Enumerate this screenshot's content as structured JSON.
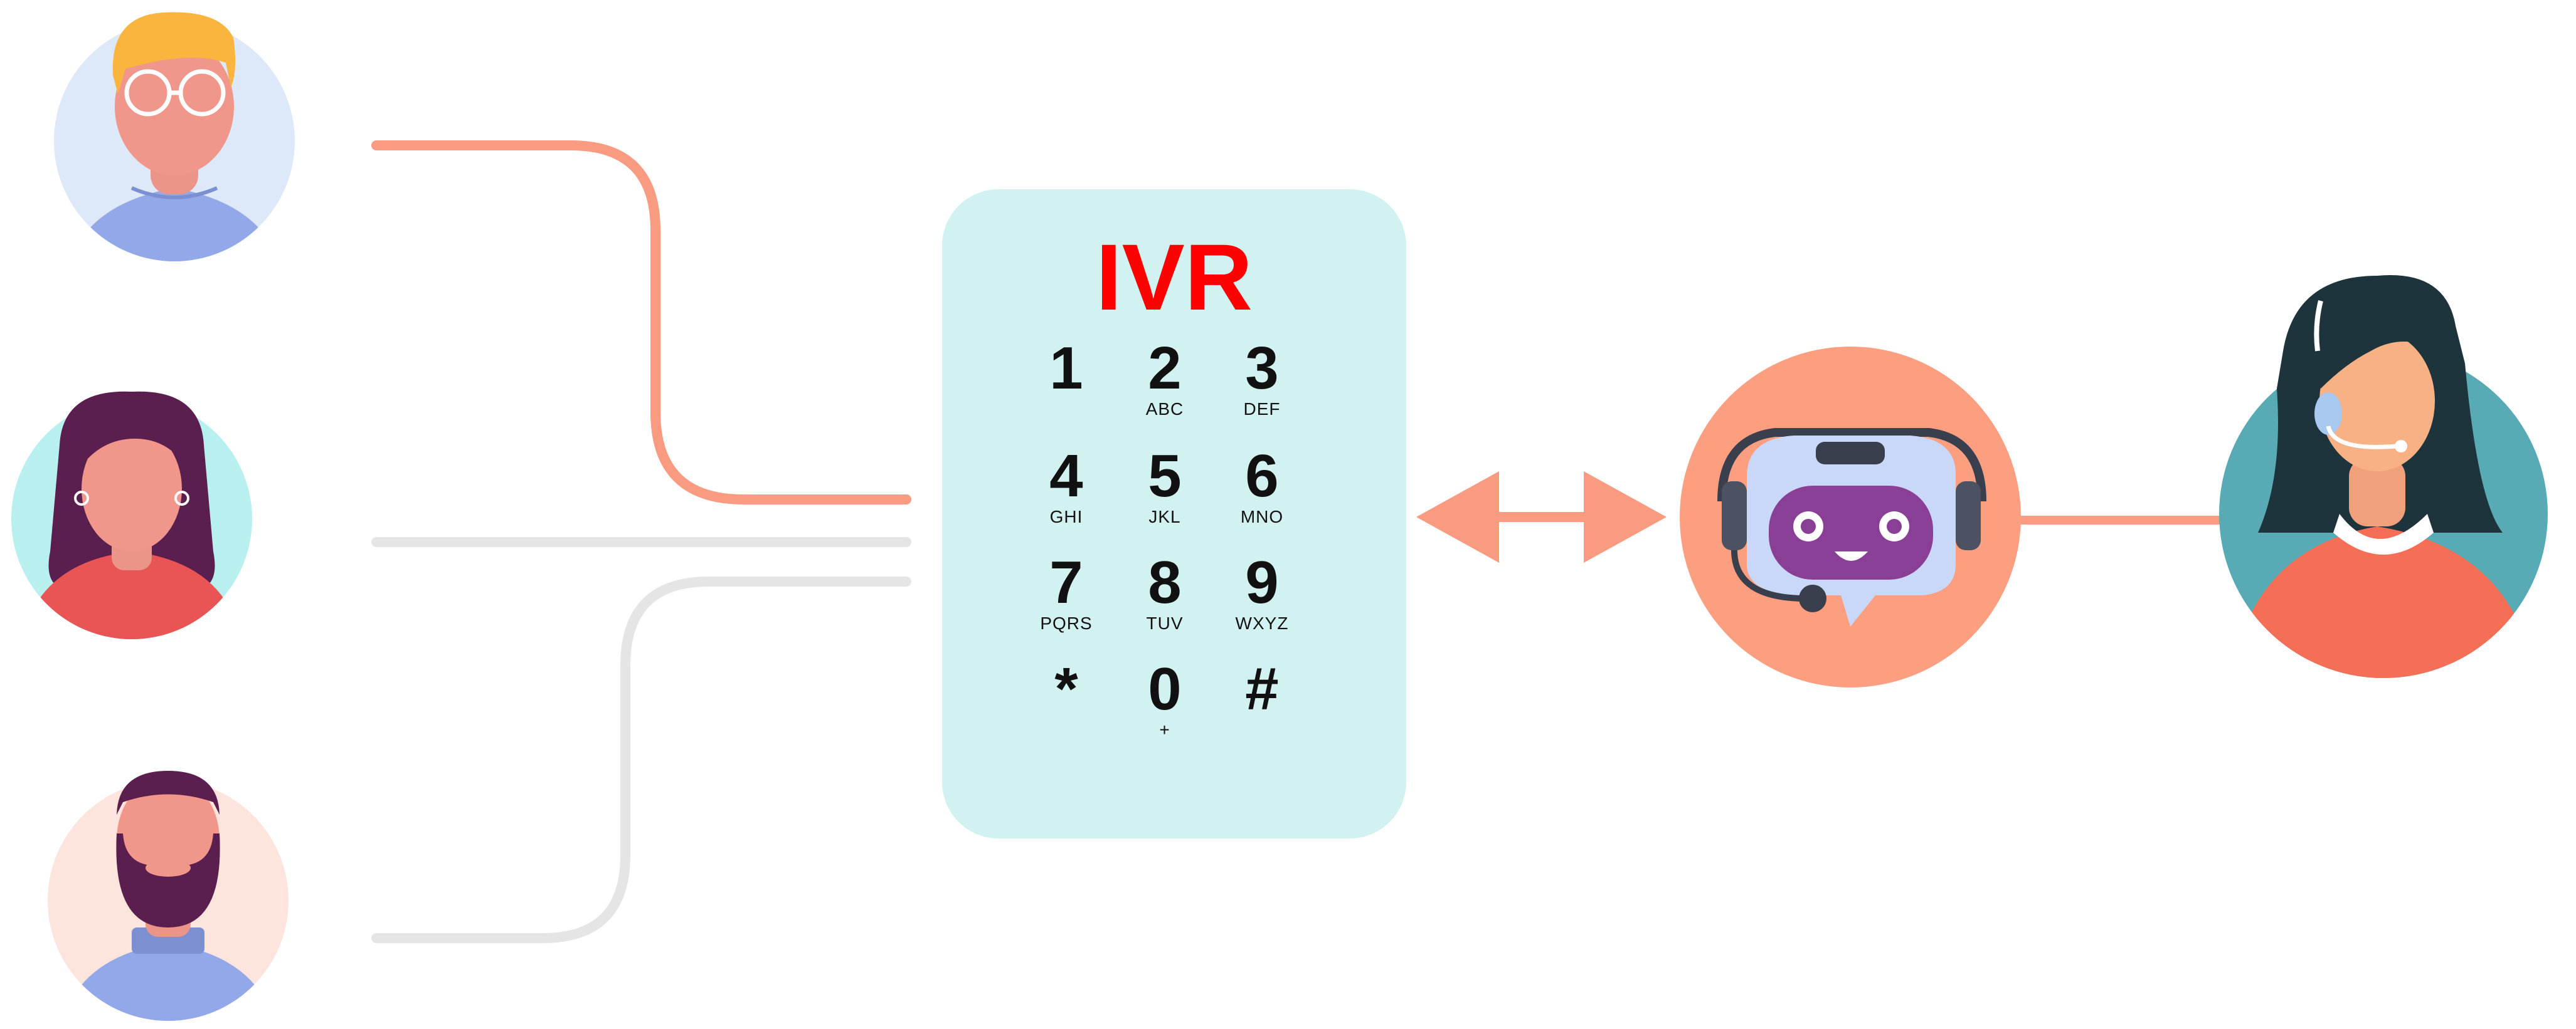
{
  "keypad": {
    "title": "IVR",
    "keys": [
      {
        "digit": "1",
        "letters": ""
      },
      {
        "digit": "2",
        "letters": "ABC"
      },
      {
        "digit": "3",
        "letters": "DEF"
      },
      {
        "digit": "4",
        "letters": "GHI"
      },
      {
        "digit": "5",
        "letters": "JKL"
      },
      {
        "digit": "6",
        "letters": "MNO"
      },
      {
        "digit": "7",
        "letters": "PQRS"
      },
      {
        "digit": "8",
        "letters": "TUV"
      },
      {
        "digit": "9",
        "letters": "WXYZ"
      },
      {
        "digit": "*",
        "letters": ""
      },
      {
        "digit": "0",
        "letters": "+"
      },
      {
        "digit": "#",
        "letters": ""
      }
    ]
  },
  "icons": {
    "callers": [
      "caller-blond-man-icon",
      "caller-woman-icon",
      "caller-bearded-man-icon"
    ],
    "bot": "chatbot-headset-icon",
    "agent": "support-agent-headset-icon"
  },
  "colors": {
    "active_line": "#f89b80",
    "inactive_line": "#e5e5e5",
    "keypad_panel": "#d2f1f1",
    "keypad_title": "#ff0000",
    "bot_circle": "#fb9f80",
    "agent_circle": "#58aab5"
  }
}
